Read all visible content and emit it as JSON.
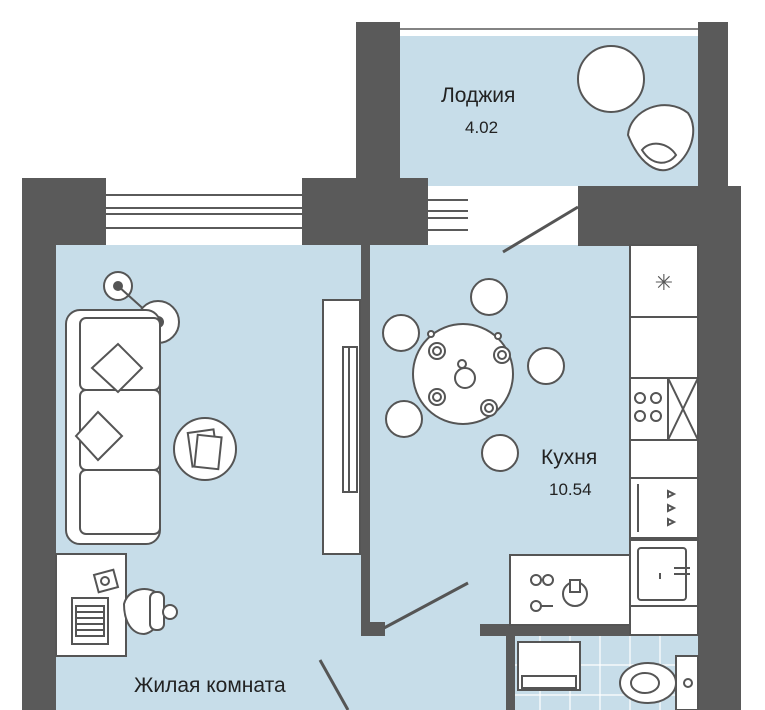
{
  "rooms": {
    "loggia": {
      "name": "Лоджия",
      "area": "4.02"
    },
    "kitchen": {
      "name": "Кухня",
      "area": "10.54"
    },
    "living": {
      "name": "Жилая комната"
    }
  },
  "colors": {
    "floor": "#c7dde9",
    "wall": "#5a5a5a",
    "furniture_stroke": "#555555",
    "furniture_fill": "#ffffff",
    "tile_grid": "#ffffff"
  },
  "icons": [
    "table-lamp-icon",
    "sofa-icon",
    "coffee-table-icon",
    "tv-icon",
    "dining-table-icon",
    "chair-icon",
    "armchair-icon",
    "fridge-icon",
    "oven-icon",
    "stove-icon",
    "sink-icon",
    "desk-icon",
    "laptop-icon",
    "office-chair-icon",
    "toilet-icon",
    "washing-machine-icon",
    "door-icon",
    "window-icon"
  ]
}
